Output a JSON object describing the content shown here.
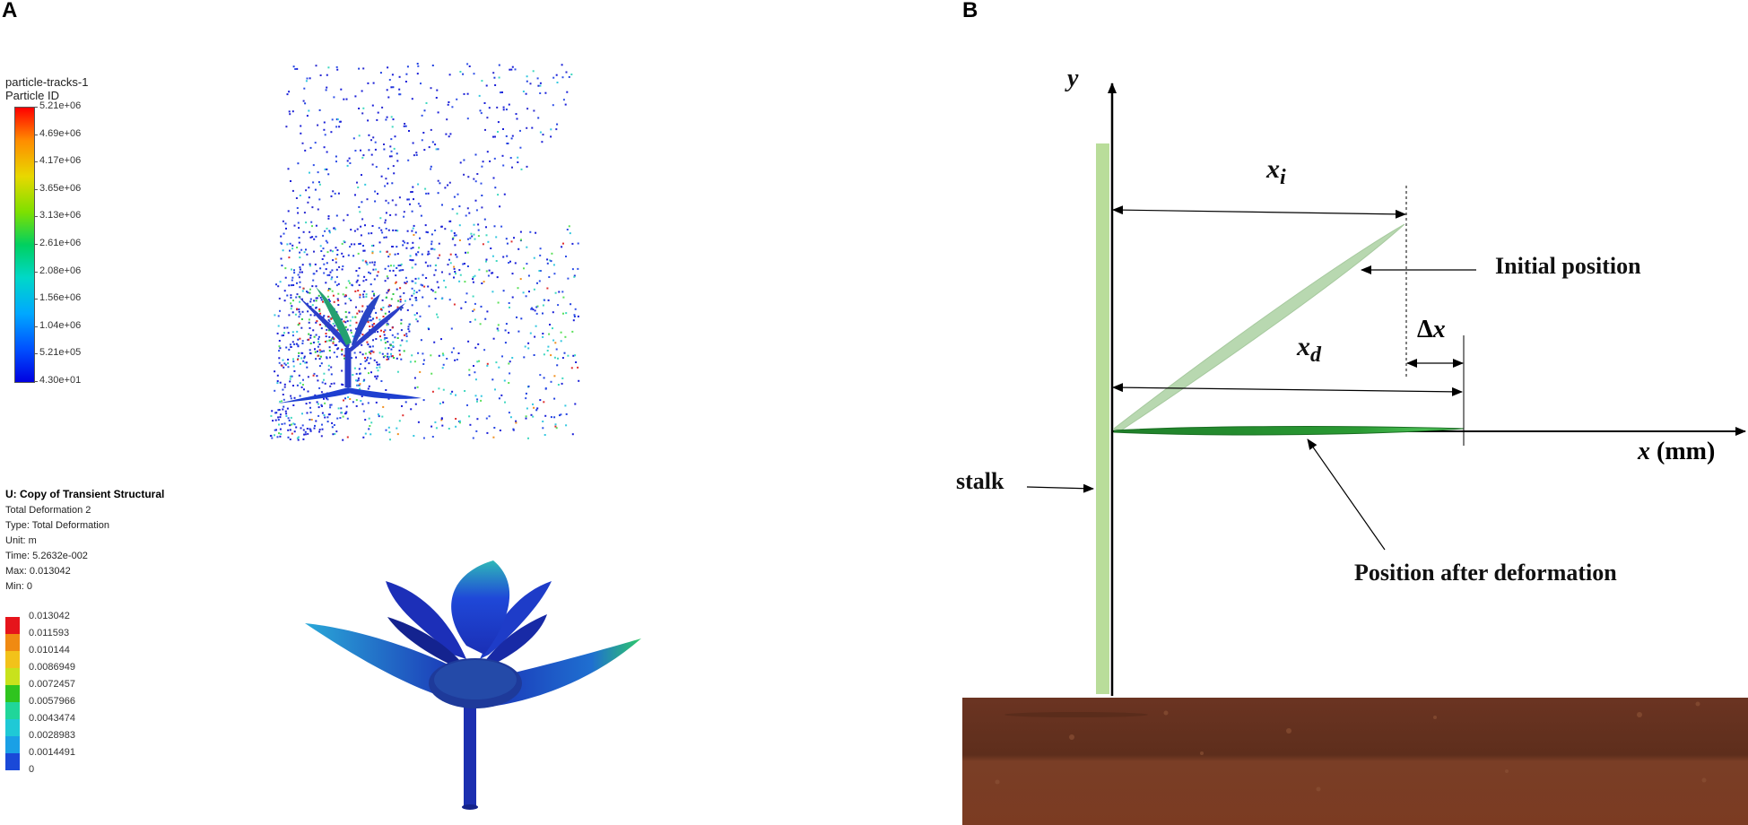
{
  "panels": {
    "a_label": "A",
    "b_label": "B"
  },
  "particle_legend": {
    "title_line1": "particle-tracks-1",
    "title_line2": "Particle ID",
    "ticks": [
      "5.21e+06",
      "4.69e+06",
      "4.17e+06",
      "3.65e+06",
      "3.13e+06",
      "2.61e+06",
      "2.08e+06",
      "1.56e+06",
      "1.04e+06",
      "5.21e+05",
      "4.30e+01"
    ]
  },
  "deformation": {
    "title": "U: Copy of Transient Structural",
    "lines": [
      "Total Deformation 2",
      "Type: Total Deformation",
      "Unit: m",
      "Time: 5.2632e-002",
      "Max: 0.013042",
      "Min: 0"
    ],
    "ticks": [
      "0.013042",
      "0.011593",
      "0.010144",
      "0.0086949",
      "0.0072457",
      "0.0057966",
      "0.0043474",
      "0.0028983",
      "0.0014491",
      "0"
    ],
    "colors": [
      "#e6141b",
      "#f08a12",
      "#f2c21a",
      "#c8e21c",
      "#2fc41e",
      "#20d69a",
      "#1fc9d6",
      "#1aa0e6",
      "#1a49d8"
    ]
  },
  "diagram": {
    "y_axis": "y",
    "x_axis_var": "x",
    "x_axis_unit": "(mm)",
    "xi_base": "x",
    "xi_sub": "i",
    "xd_base": "x",
    "xd_sub": "d",
    "delta_x_symbol": "Δ",
    "delta_x_var": "x",
    "initial_position": "Initial position",
    "stalk": "stalk",
    "after_deformation": "Position after deformation"
  },
  "colors": {
    "stalk": "#b9dd9a",
    "leaf_initial": "#b8d8b0",
    "leaf_deformed": "#1f8a2a",
    "soil_top": "#6e3a26",
    "soil_bottom": "#7a3c22",
    "flower": "#1b2fb8"
  }
}
